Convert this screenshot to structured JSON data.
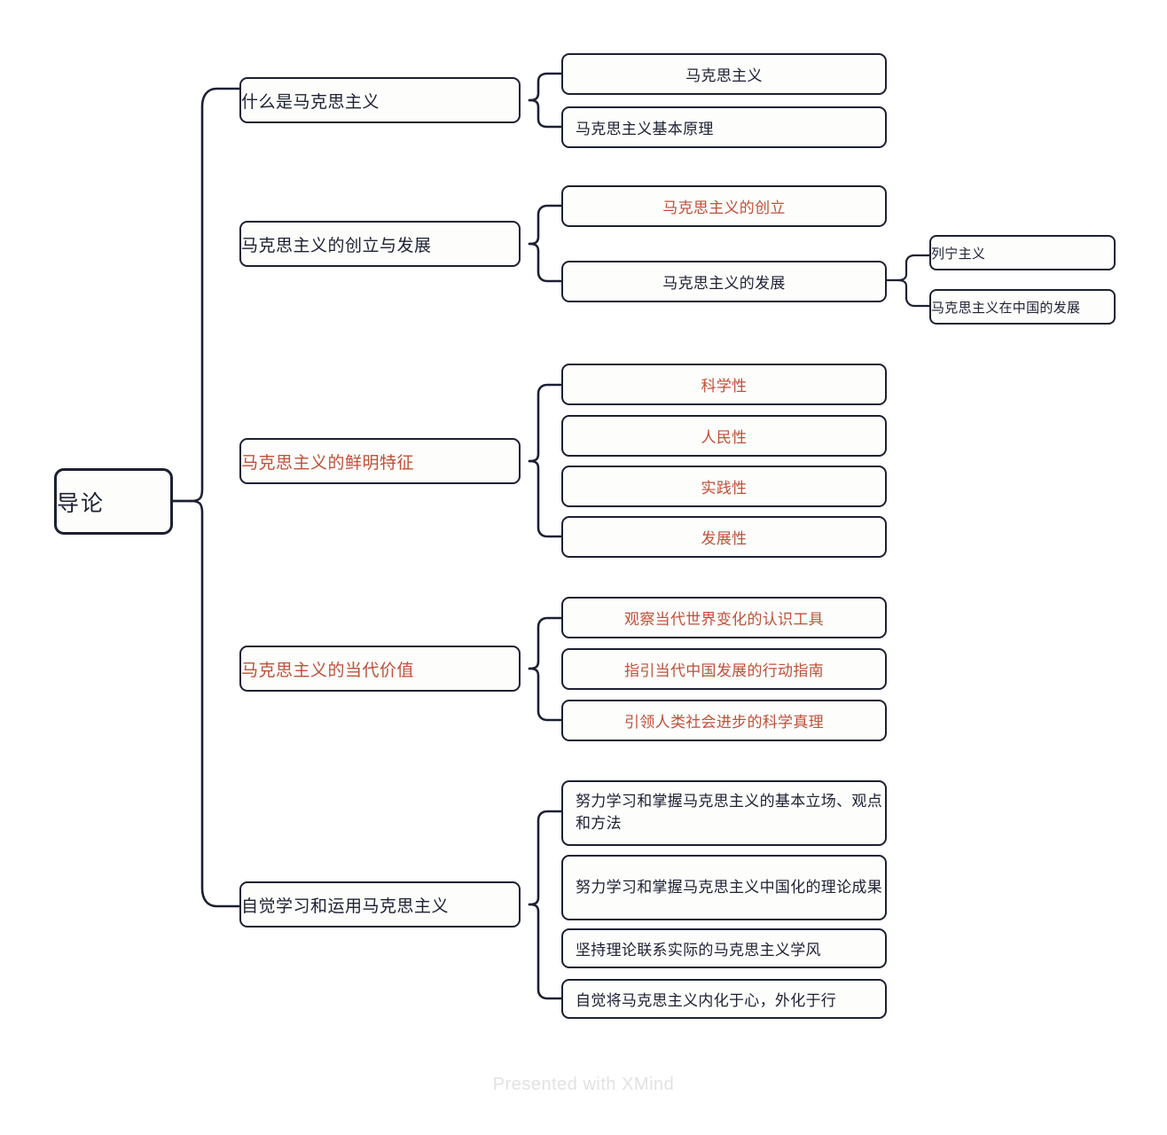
{
  "meta": {
    "watermark": "Presented with XMind",
    "colors": {
      "accent": "#c0503a",
      "ink": "#1c2033",
      "background": "#ffffff",
      "node_fill": "#fdfdfb",
      "watermark": "#e2e2e2"
    }
  },
  "root": {
    "label": "导论"
  },
  "branches": [
    {
      "label": "什么是马克思主义",
      "accent": false,
      "children": [
        {
          "label": "马克思主义",
          "accent": false,
          "align": "center",
          "children": []
        },
        {
          "label": "马克思主义基本原理",
          "accent": false,
          "align": "left",
          "children": []
        }
      ]
    },
    {
      "label": "马克思主义的创立与发展",
      "accent": false,
      "children": [
        {
          "label": "马克思主义的创立",
          "accent": true,
          "align": "center",
          "children": []
        },
        {
          "label": "马克思主义的发展",
          "accent": false,
          "align": "center",
          "children": [
            {
              "label": "列宁主义",
              "accent": false
            },
            {
              "label": "马克思主义在中国的发展",
              "accent": false
            }
          ]
        }
      ]
    },
    {
      "label": "马克思主义的鲜明特征",
      "accent": true,
      "children": [
        {
          "label": "科学性",
          "accent": true,
          "align": "center",
          "children": []
        },
        {
          "label": "人民性",
          "accent": true,
          "align": "center",
          "children": []
        },
        {
          "label": "实践性",
          "accent": true,
          "align": "center",
          "children": []
        },
        {
          "label": "发展性",
          "accent": true,
          "align": "center",
          "children": []
        }
      ]
    },
    {
      "label": "马克思主义的当代价值",
      "accent": true,
      "children": [
        {
          "label": "观察当代世界变化的认识工具",
          "accent": true,
          "align": "center",
          "children": []
        },
        {
          "label": "指引当代中国发展的行动指南",
          "accent": true,
          "align": "center",
          "children": []
        },
        {
          "label": "引领人类社会进步的科学真理",
          "accent": true,
          "align": "center",
          "children": []
        }
      ]
    },
    {
      "label": "自觉学习和运用马克思主义",
      "accent": false,
      "children": [
        {
          "label": "努力学习和掌握马克思主义的基本立场、观点和方法",
          "accent": false,
          "align": "left",
          "children": []
        },
        {
          "label": "努力学习和掌握马克思主义中国化的理论成果",
          "accent": false,
          "align": "left",
          "children": []
        },
        {
          "label": "坚持理论联系实际的马克思主义学风",
          "accent": false,
          "align": "left",
          "children": []
        },
        {
          "label": "自觉将马克思主义内化于心，外化于行",
          "accent": false,
          "align": "left",
          "children": []
        }
      ]
    }
  ]
}
